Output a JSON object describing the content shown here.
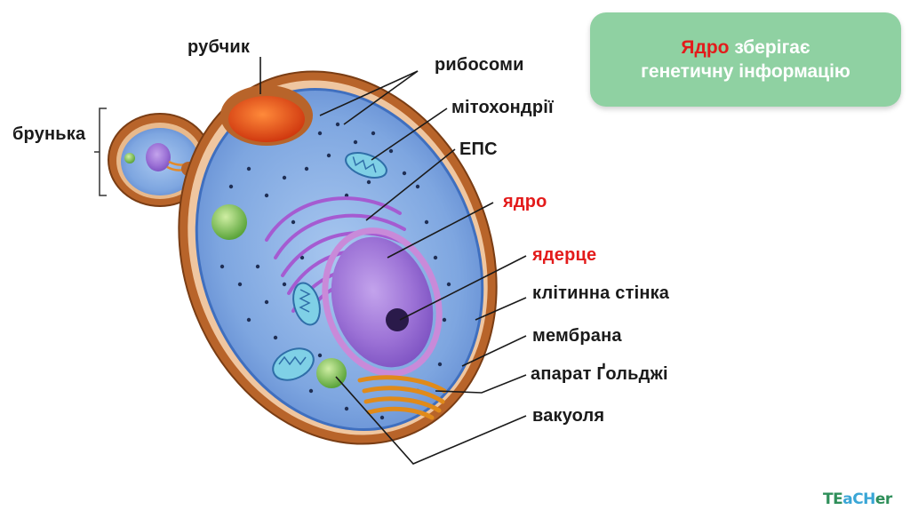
{
  "labels": {
    "rubchyk": "рубчик",
    "brunka": "брунька",
    "ribosomy": "рибосоми",
    "mitokhondrii": "мітохондрії",
    "eps": "ЕПС",
    "yadro": "ядро",
    "yadertse": "ядерце",
    "klitynna_stinka": "клітинна стінка",
    "membrana": "мембрана",
    "aparat_goldzhi": "апарат Ґольджі",
    "vakuolia": "вакуоля"
  },
  "callout": {
    "highlight": "Ядро",
    "rest_line1": " зберігає",
    "line2": "генетичну інформацію"
  },
  "logo": {
    "part1": "TE",
    "part2": "aCH",
    "part3": "er"
  },
  "colors": {
    "label_red": "#e31b1b",
    "callout_bg": "#8fd1a2",
    "cell_wall": "#b8642a",
    "cytoplasm": "#8fb6e8",
    "nucleus": "#9a6fd0"
  }
}
